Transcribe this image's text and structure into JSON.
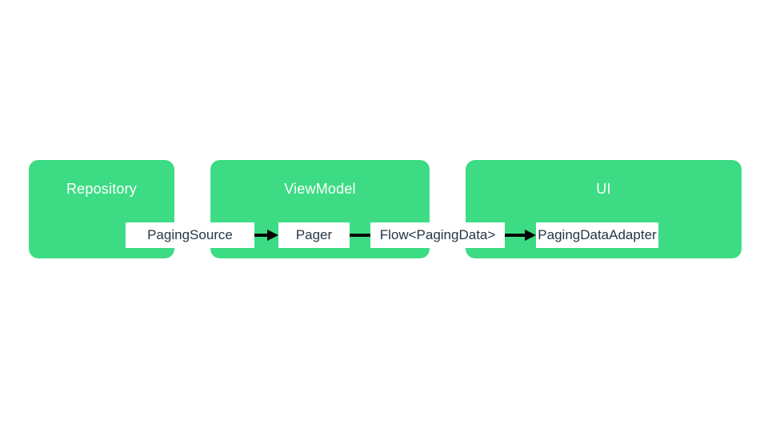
{
  "diagram": {
    "background_color": "#ffffff",
    "accent_green": "#3ddc84",
    "layer_title_color": "#ffffff",
    "label_text_color": "#253746",
    "arrow_color": "#000000",
    "layers": [
      {
        "id": "repository",
        "title": "Repository"
      },
      {
        "id": "viewmodel",
        "title": "ViewModel"
      },
      {
        "id": "ui",
        "title": "UI"
      }
    ],
    "components": [
      {
        "id": "paging-source",
        "label": "PagingSource",
        "layer": "repository"
      },
      {
        "id": "pager",
        "label": "Pager",
        "layer": "viewmodel"
      },
      {
        "id": "flow-paging-data",
        "label": "Flow<PagingData>",
        "layer": "viewmodel"
      },
      {
        "id": "paging-data-adapter",
        "label": "PagingDataAdapter",
        "layer": "ui"
      }
    ],
    "connections": [
      {
        "from": "PagingSource",
        "to": "Pager",
        "type": "arrow"
      },
      {
        "from": "Pager",
        "to": "Flow<PagingData>",
        "type": "line"
      },
      {
        "from": "Flow<PagingData>",
        "to": "PagingDataAdapter",
        "type": "arrow"
      }
    ]
  }
}
